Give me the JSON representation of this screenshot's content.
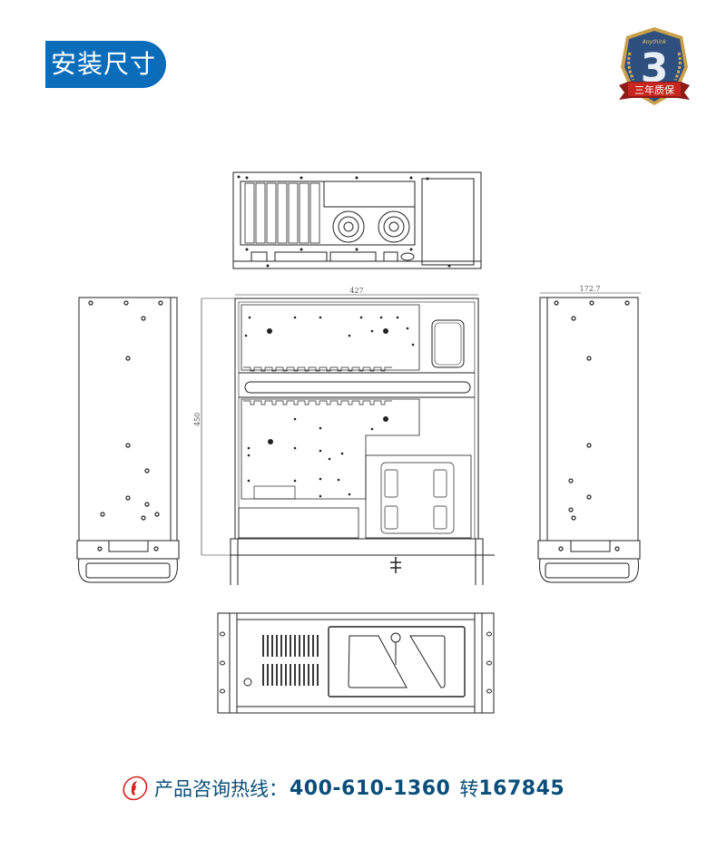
{
  "header": {
    "section_title": "安装尺寸",
    "title_bg_color": "#0b6cba"
  },
  "badge": {
    "icon": "warranty-shield-icon",
    "brand_text": "Anythink",
    "number": "3",
    "ribbon_text": "三年质保",
    "shield_color": "#2f4f7f",
    "ribbon_color": "#c8261e"
  },
  "drawing": {
    "views": [
      "rear-view",
      "top-view",
      "left-side-view",
      "right-side-view",
      "front-view"
    ],
    "dimensions": {
      "width": "427",
      "depth": "450",
      "height": "172.7"
    },
    "line_color": "#222222"
  },
  "footer": {
    "icon": "phone-icon",
    "label": "产品咨询热线：",
    "phone": "400-610-1360",
    "ext_label": "转",
    "ext": "167845",
    "text_color": "#0a4f7a",
    "icon_color": "#d6231b"
  }
}
